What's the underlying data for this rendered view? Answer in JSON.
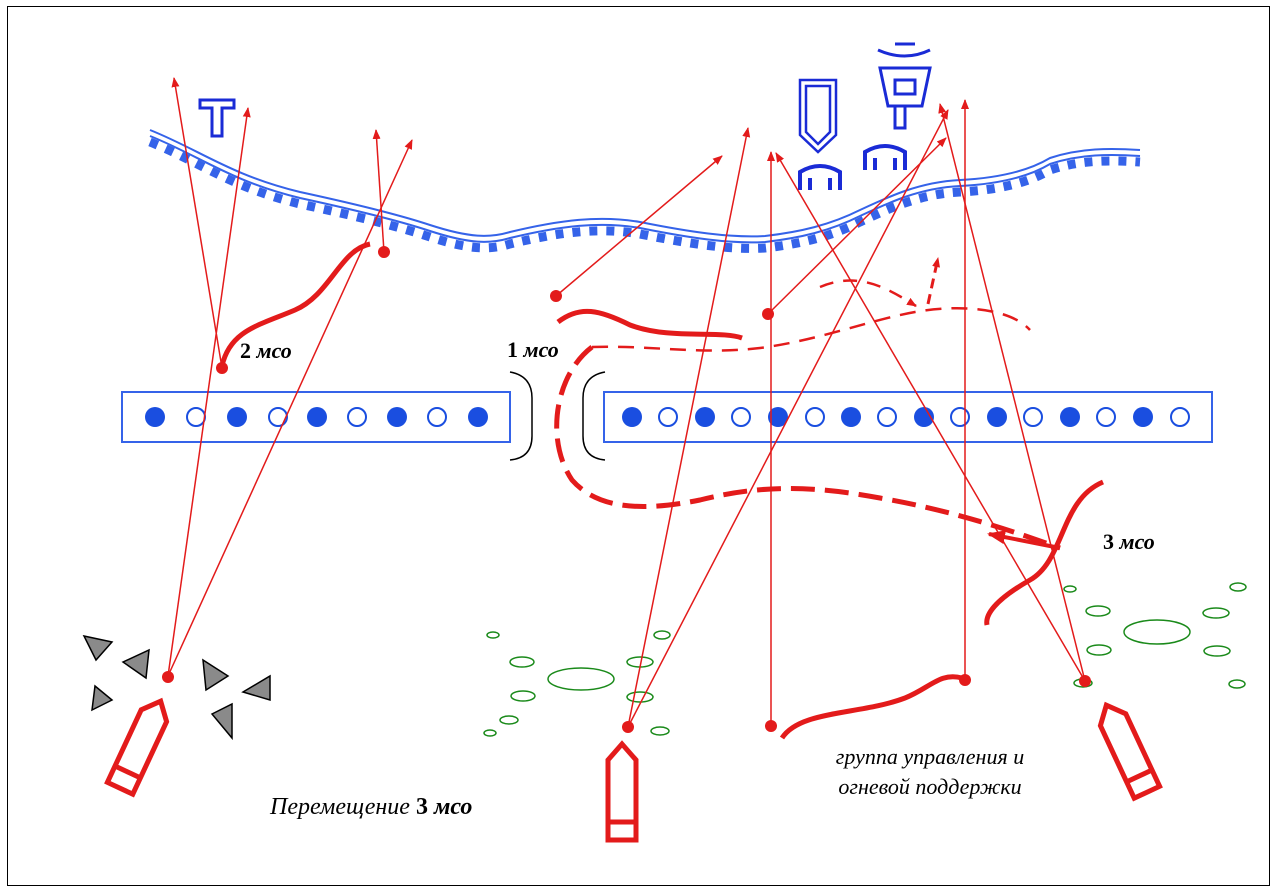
{
  "labels": {
    "group2": {
      "num": "2",
      "text": "мсо"
    },
    "group1": {
      "num": "1",
      "text": "мсо"
    },
    "group3": {
      "num": "3",
      "text": "мсо"
    },
    "movement_prefix": "Перемещение",
    "movement_num": "3",
    "movement_text": "мсо",
    "control_line1": "группа управления и",
    "control_line2": "огневой поддержки"
  },
  "colors": {
    "friendly": "#e31b1b",
    "enemy": "#3563e9",
    "enemy_dark": "#1a2bd6",
    "vegetation": "#1a8a1a",
    "obstacle": "#8a8a8a"
  },
  "icons": [
    "tank-symbol-icon",
    "antitank-gun-icon",
    "command-post-icon",
    "bunker-icon",
    "boat-icon",
    "obstacle-triangle-icon",
    "vegetation-icon"
  ],
  "minefield_left": [
    "filled",
    "empty",
    "filled",
    "empty",
    "filled",
    "empty",
    "filled",
    "empty",
    "filled"
  ],
  "minefield_right": [
    "filled",
    "empty",
    "filled",
    "empty",
    "filled",
    "empty",
    "filled",
    "empty",
    "filled",
    "empty",
    "filled",
    "empty",
    "filled",
    "empty",
    "filled",
    "empty"
  ]
}
